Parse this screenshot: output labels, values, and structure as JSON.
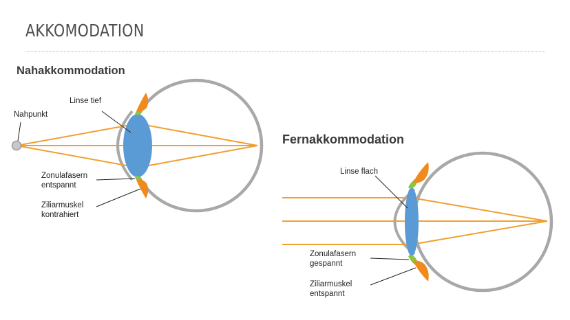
{
  "page_title": "AKKOMODATION",
  "near": {
    "title": "Nahakkommodation",
    "labels": {
      "lens": "Linse tief",
      "near_point": "Nahpunkt",
      "zonula_line1": "Zonulafasern",
      "zonula_line2": "entspannt",
      "ciliary_line1": "Ziliarmuskel",
      "ciliary_line2": "kontrahiert"
    }
  },
  "far": {
    "title": "Fernakkommodation",
    "labels": {
      "lens": "Linse flach",
      "zonula_line1": "Zonulafasern",
      "zonula_line2": "gespannt",
      "ciliary_line1": "Ziliarmuskel",
      "ciliary_line2": "entspannt"
    }
  },
  "colors": {
    "sclera": "#a8a8a8",
    "lens": "#5b9bd5",
    "ray": "#f0a030",
    "ciliary_muscle": "#f08a1c",
    "zonula": "#8cc63f",
    "near_point": "#c8c8c8"
  }
}
